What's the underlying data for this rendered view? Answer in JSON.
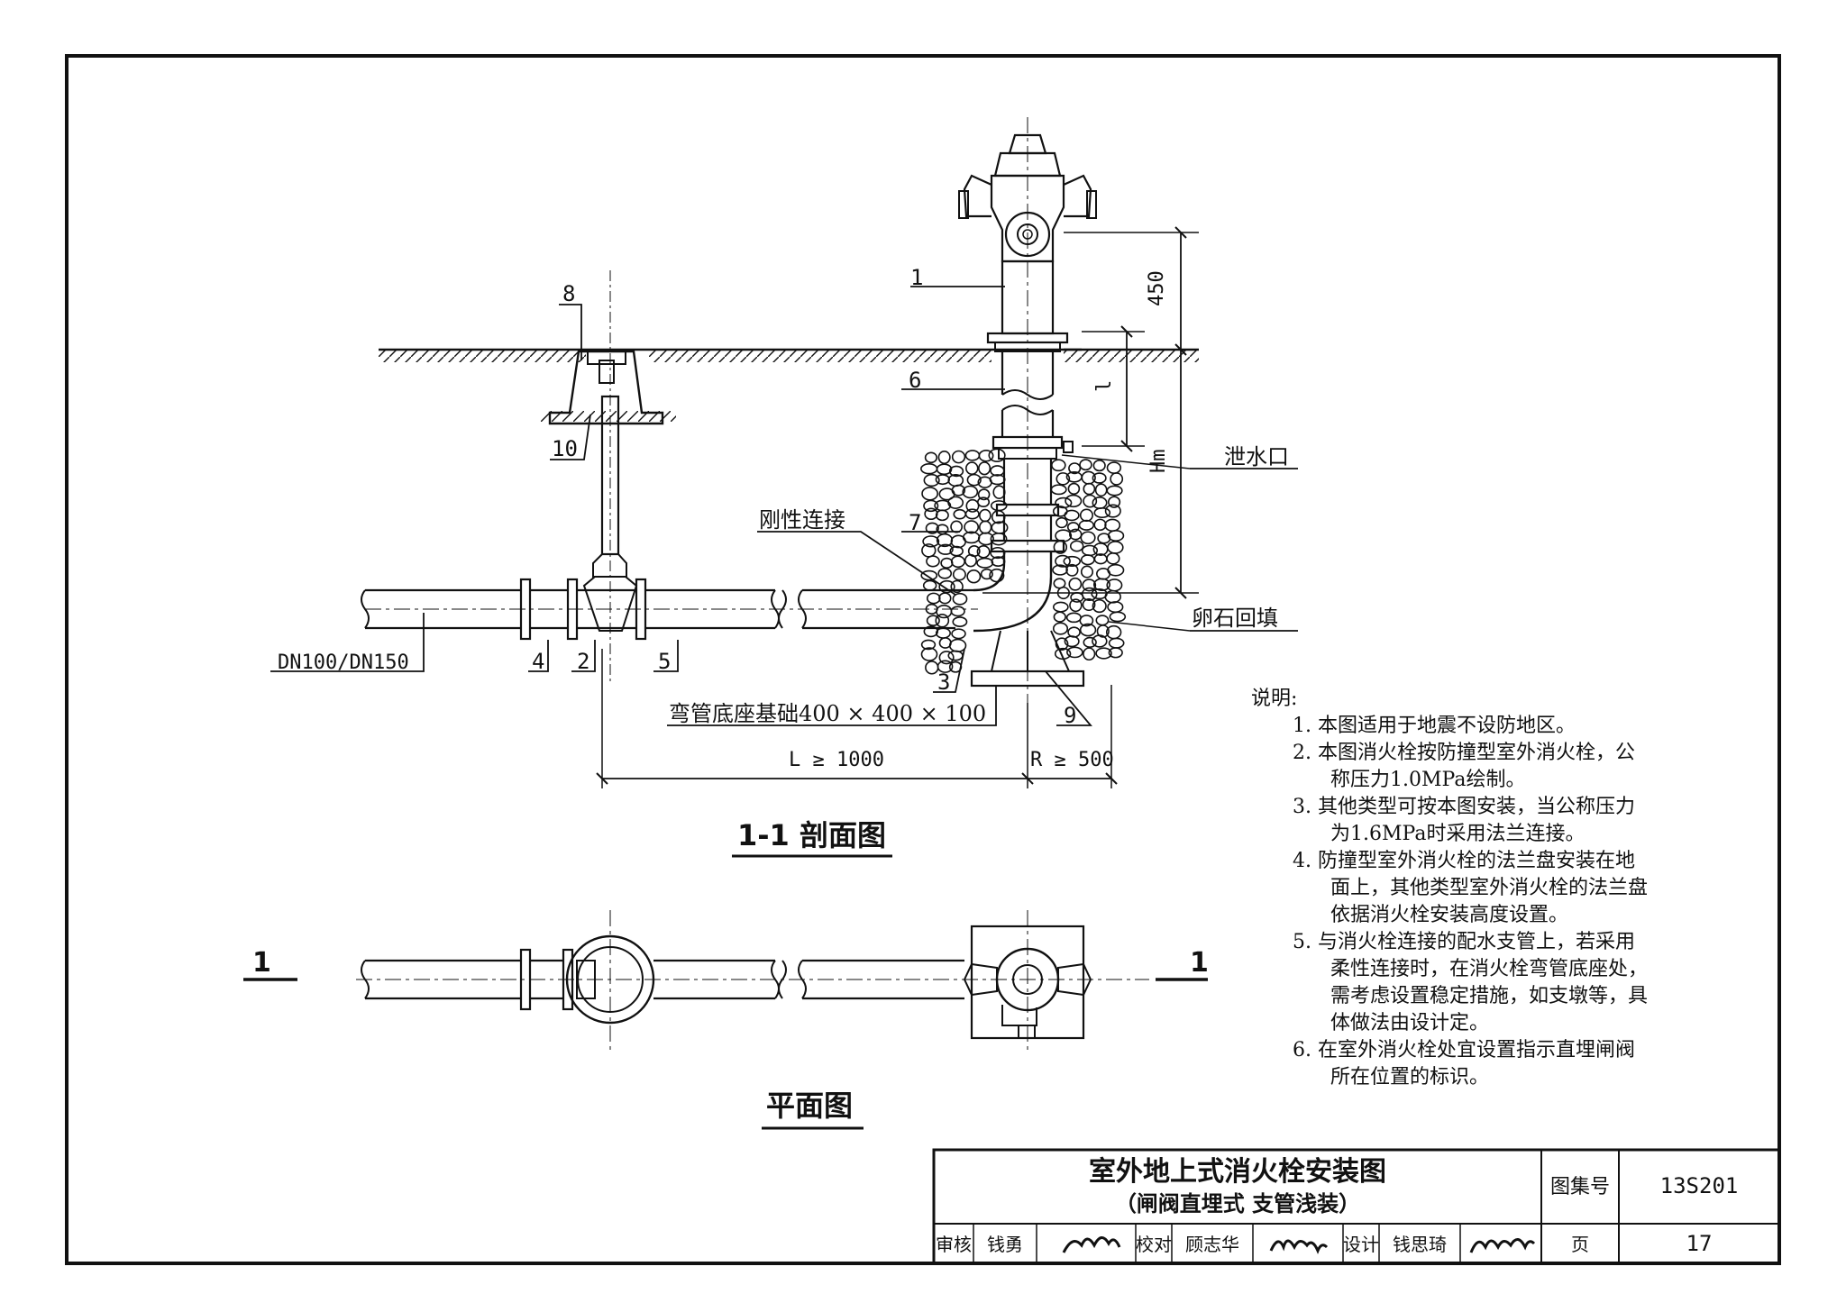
{
  "drawing": {
    "section_title": "1-1 剖面图",
    "plan_title": "平面图",
    "callouts": [
      "1",
      "2",
      "3",
      "4",
      "5",
      "6",
      "7",
      "8",
      "9",
      "10"
    ],
    "section_marker": "1",
    "labels": {
      "pipe": "DN100/DN150",
      "rigid": "刚性连接",
      "drain": "泄水口",
      "gravel": "卵石回填",
      "base": "弯管底座基础400 × 400 × 100",
      "L": "L ≥ 1000",
      "R": "R ≥ 500",
      "dim450": "450",
      "dimL": "l",
      "dimHm": "Hm"
    }
  },
  "notes": {
    "heading": "说明:",
    "items": [
      "1.  本图适用于地震不设防地区。",
      "2.  本图消火栓按防撞型室外消火栓，公",
      "称压力1.0MPa绘制。",
      "3.  其他类型可按本图安装，当公称压力",
      "为1.6MPa时采用法兰连接。",
      "4.  防撞型室外消火栓的法兰盘安装在地",
      "面上，其他类型室外消火栓的法兰盘",
      "依据消火栓安装高度设置。",
      "5.  与消火栓连接的配水支管上，若采用",
      "柔性连接时，在消火栓弯管底座处，",
      "需考虑设置稳定措施，如支墩等，具",
      "体做法由设计定。",
      "6.  在室外消火栓处宜设置指示直埋闸阀",
      "所在位置的标识。"
    ]
  },
  "title_block": {
    "title": "室外地上式消火栓安装图",
    "subtitle": "（闸阀直埋式  支管浅装）",
    "atlas_label": "图集号",
    "atlas_no": "13S201",
    "review_label": "审核",
    "reviewer": "钱勇",
    "check_label": "校对",
    "checker": "顾志华",
    "design_label": "设计",
    "designer": "钱思琦",
    "page_label": "页",
    "page_no": "17"
  }
}
